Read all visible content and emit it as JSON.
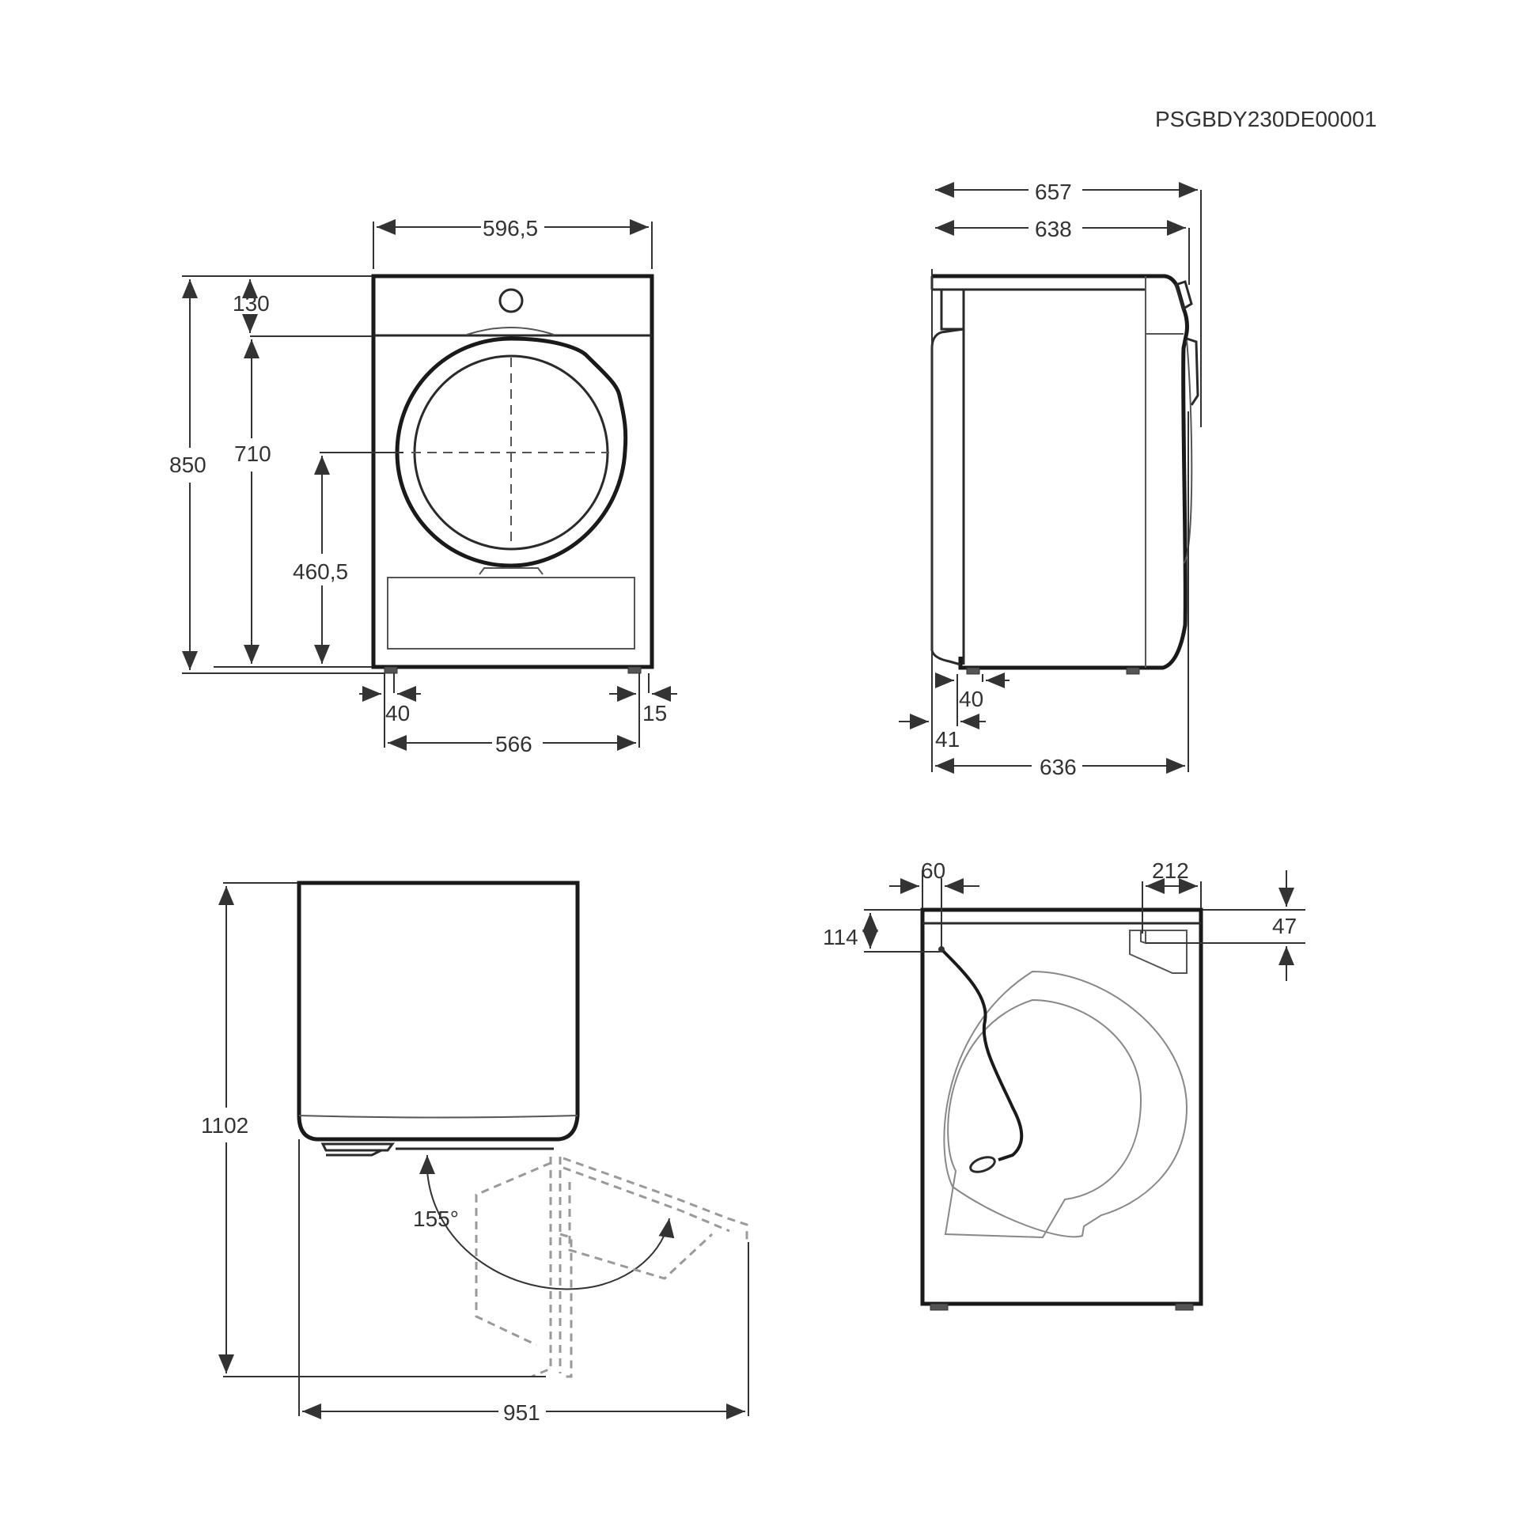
{
  "document": {
    "code": "PSGBDY230DE00001",
    "views": [
      "front-view",
      "side-view",
      "top-view-door-swing",
      "rear-view"
    ]
  },
  "front_view": {
    "width_label": "596,5",
    "height_total_label": "850",
    "top_panel_label": "130",
    "body_height_label": "710",
    "door_center_height_label": "460,5",
    "left_foot_offset_label": "40",
    "right_foot_offset_label": "15",
    "feet_span_label": "566"
  },
  "side_view": {
    "depth_total_label": "657",
    "depth_top_label": "638",
    "foot_offset_label": "40",
    "rear_offset_label": "41",
    "depth_base_label": "636"
  },
  "top_view": {
    "depth_door_open_label": "1102",
    "width_door_open_label": "951",
    "door_angle_label": "155°"
  },
  "rear_view": {
    "cable_offset_x_label": "60",
    "cable_offset_y_label": "114",
    "outlet_offset_x_label": "212",
    "outlet_offset_y_label": "47"
  }
}
